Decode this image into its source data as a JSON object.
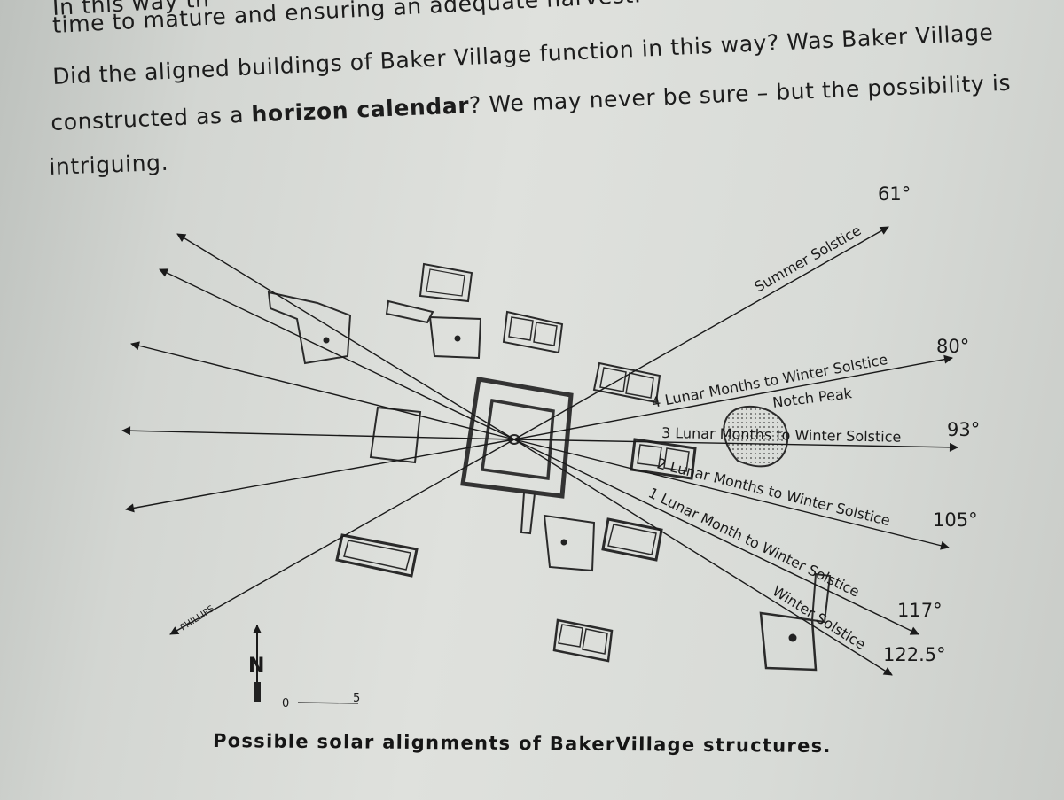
{
  "paragraph": {
    "line1": "In this way th",
    "line2": "time to mature and ensuring an adequate harvest.",
    "line3": "Did the aligned buildings of Baker Village function in this way?  Was Baker Village",
    "line4_before": "constructed as a ",
    "line4_bold": "horizon calendar",
    "line4_after": "?  We may never be sure – but the possibility is",
    "line5": "intriguing."
  },
  "diagram": {
    "alignments": [
      {
        "label": "Summer Solstice",
        "angle": "61°"
      },
      {
        "label": "4 Lunar Months to Winter Solstice",
        "angle": "80°"
      },
      {
        "label": "3 Lunar Months to Winter Solstice",
        "angle": "93°"
      },
      {
        "label": "2 Lunar Months to Winter Solstice",
        "angle": "105°"
      },
      {
        "label": "1 Lunar Month to Winter Solstice",
        "angle": "117°"
      },
      {
        "label": "Winter Solstice",
        "angle": "122.5°"
      }
    ],
    "notch_peak": "Notch Peak",
    "signature": "PHILLIPS",
    "north": "N",
    "scale": {
      "start": "0",
      "end": "5"
    }
  },
  "caption": "Possible solar alignments of BakerVillage structures."
}
